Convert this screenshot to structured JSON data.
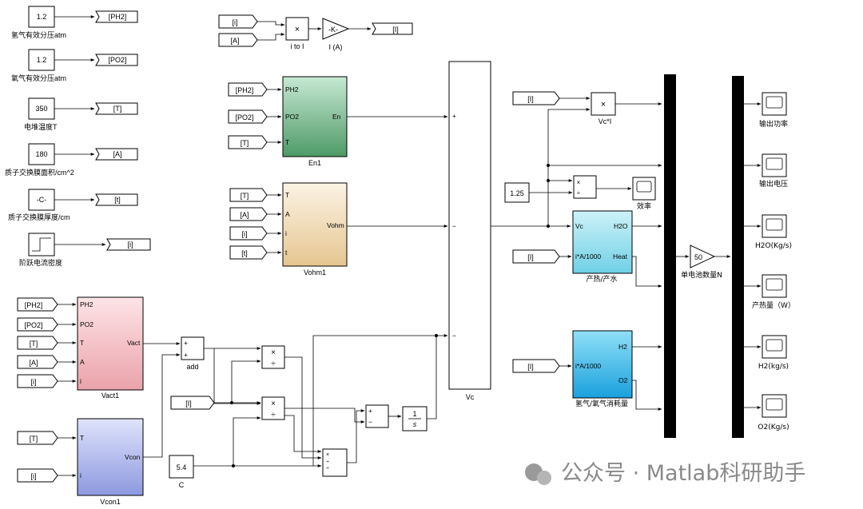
{
  "constants": {
    "ph2": {
      "value": "1.2",
      "tag": "[PH2]",
      "caption": "氢气有效分压atm"
    },
    "po2": {
      "value": "1.2",
      "tag": "[PO2]",
      "caption": "氧气有效分压atm"
    },
    "t": {
      "value": "350",
      "tag": "[T]",
      "caption": "电堆温度T"
    },
    "a": {
      "value": "180",
      "tag": "[A]",
      "caption": "质子交换膜面积/cm^2"
    },
    "tl": {
      "value": "-C-",
      "tag": "[t]",
      "caption": "质子交换膜厚度/cm"
    },
    "step": {
      "tag": "[i]",
      "caption": "阶跃电流密度"
    }
  },
  "i_calc": {
    "in1": "[i]",
    "in2": "[A]",
    "product_label": "i to I",
    "gain": "-K-",
    "gain_label": "I (A)",
    "out": "[I]"
  },
  "en1": {
    "name": "En1",
    "inputs": [
      "PH2",
      "PO2",
      "T"
    ],
    "output": "En",
    "tags": [
      "[PH2]",
      "[PO2]",
      "[T]"
    ]
  },
  "vohm1": {
    "name": "Vohm1",
    "inputs": [
      "T",
      "A",
      "i",
      "t"
    ],
    "output": "Vohm",
    "tags": [
      "[T]",
      "[A]",
      "[i]",
      "[t]"
    ]
  },
  "vact1": {
    "name": "Vact1",
    "inputs": [
      "PH2",
      "PO2",
      "T",
      "A",
      "i"
    ],
    "output": "Vact",
    "tags": [
      "[PH2]",
      "[PO2]",
      "[T]",
      "[A]",
      "[i]"
    ]
  },
  "vcon1": {
    "name": "Vcon1",
    "inputs": [
      "T",
      "i"
    ],
    "output": "Vcon",
    "tags": [
      "[T]",
      "[i]"
    ]
  },
  "add_label": "add",
  "vc_label": "Vc",
  "vc_signs": [
    "+",
    "−",
    "−"
  ],
  "vci_label": "Vc*I",
  "vci_in": "[I]",
  "eff_const": "1.25",
  "eff_label": "效率",
  "heat": {
    "name": "产热/产水",
    "inputs": [
      "Vc",
      "i*A/1000"
    ],
    "outputs": [
      "H2O",
      "Heat"
    ],
    "tag": "[I]"
  },
  "h2": {
    "name": "氢气/氧气消耗量",
    "inputs": [
      "i*A/1000"
    ],
    "outputs": [
      "H2",
      "O2"
    ],
    "tag": "[I]"
  },
  "gain_n": {
    "value": "50",
    "label": "单电池数量N"
  },
  "scopes": [
    "输出功率",
    "输出电压",
    "H2O(Kg/s)",
    "产热量（W）",
    "H2(kg/s)",
    "O2(Kg/s)"
  ],
  "bottom": {
    "in_i": "[I]",
    "const_c": "5.4",
    "const_c_label": "C",
    "integrator_num": "1",
    "integrator_den": "s"
  },
  "watermark": "公众号 · Matlab科研助手"
}
